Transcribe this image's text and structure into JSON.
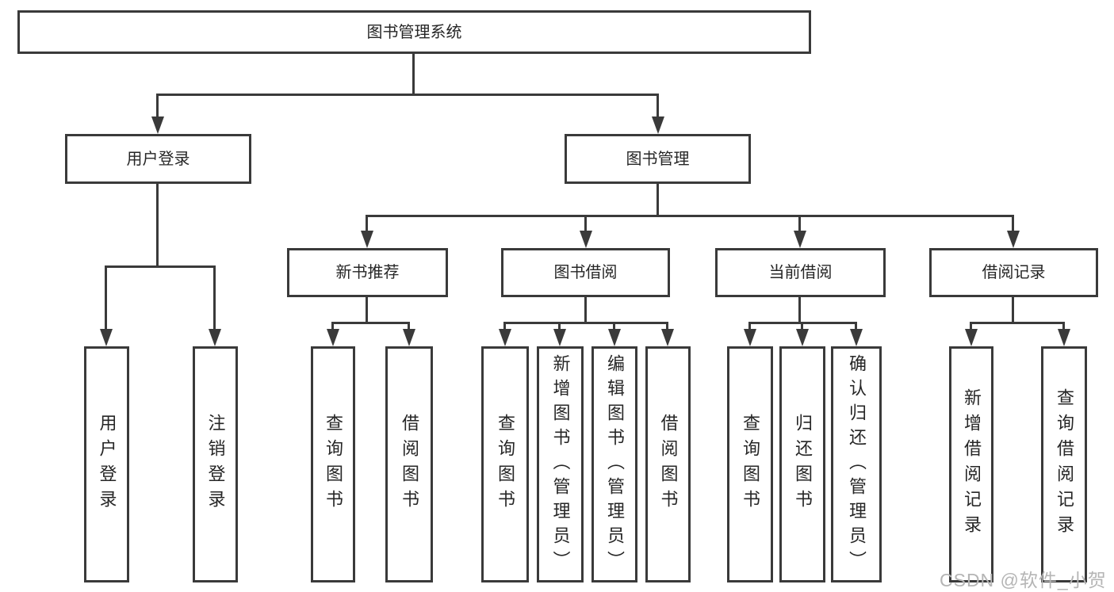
{
  "tree": {
    "label": "图书管理系统",
    "children": [
      {
        "label": "用户登录",
        "children": [
          {
            "label": "用户登录"
          },
          {
            "label": "注销登录"
          }
        ]
      },
      {
        "label": "图书管理",
        "children": [
          {
            "label": "新书推荐",
            "children": [
              {
                "label": "查询图书"
              },
              {
                "label": "借阅图书"
              }
            ]
          },
          {
            "label": "图书借阅",
            "children": [
              {
                "label": "查询图书"
              },
              {
                "label": "新增图书（管理员）"
              },
              {
                "label": "编辑图书（管理员）"
              },
              {
                "label": "借阅图书"
              }
            ]
          },
          {
            "label": "当前借阅",
            "children": [
              {
                "label": "查询图书"
              },
              {
                "label": "归还图书"
              },
              {
                "label": "确认归还（管理员）"
              }
            ]
          },
          {
            "label": "借阅记录",
            "children": [
              {
                "label": "新增借阅记录"
              },
              {
                "label": "查询借阅记录"
              }
            ]
          }
        ]
      }
    ]
  },
  "watermark": "CSDN @软件_小贺同学",
  "colors": {
    "line": "#3a3a3a",
    "box_border": "#3a3a3a",
    "text": "#262626",
    "watermark_text": "#b5b5b5",
    "background": "#ffffff"
  }
}
